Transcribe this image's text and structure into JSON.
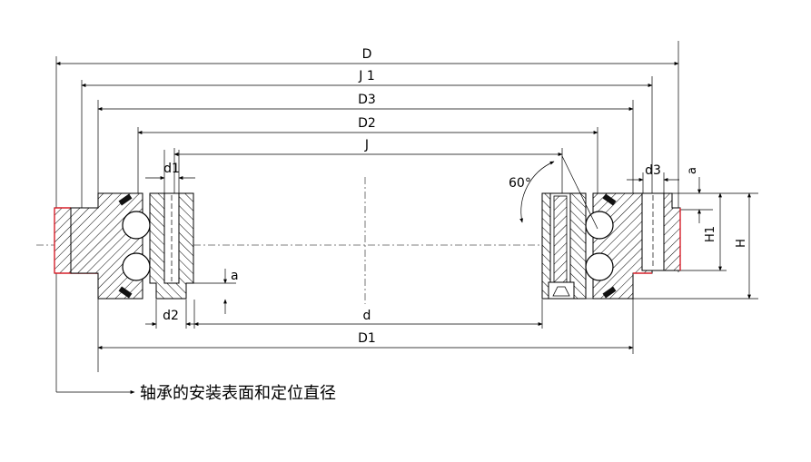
{
  "dimensions": {
    "D": "D",
    "J1": "J 1",
    "D3": "D3",
    "D2": "D2",
    "J": "J",
    "d1": "d1",
    "d3": "d3",
    "a_top": "a",
    "a_mid": "a",
    "H1": "H1",
    "H": "H",
    "d2": "d2",
    "d": "d",
    "D1": "D1",
    "angle": "60°"
  },
  "caption": "轴承的安装表面和定位直径",
  "colors": {
    "line": "#000000",
    "mounting_surface": "#d6202a"
  }
}
